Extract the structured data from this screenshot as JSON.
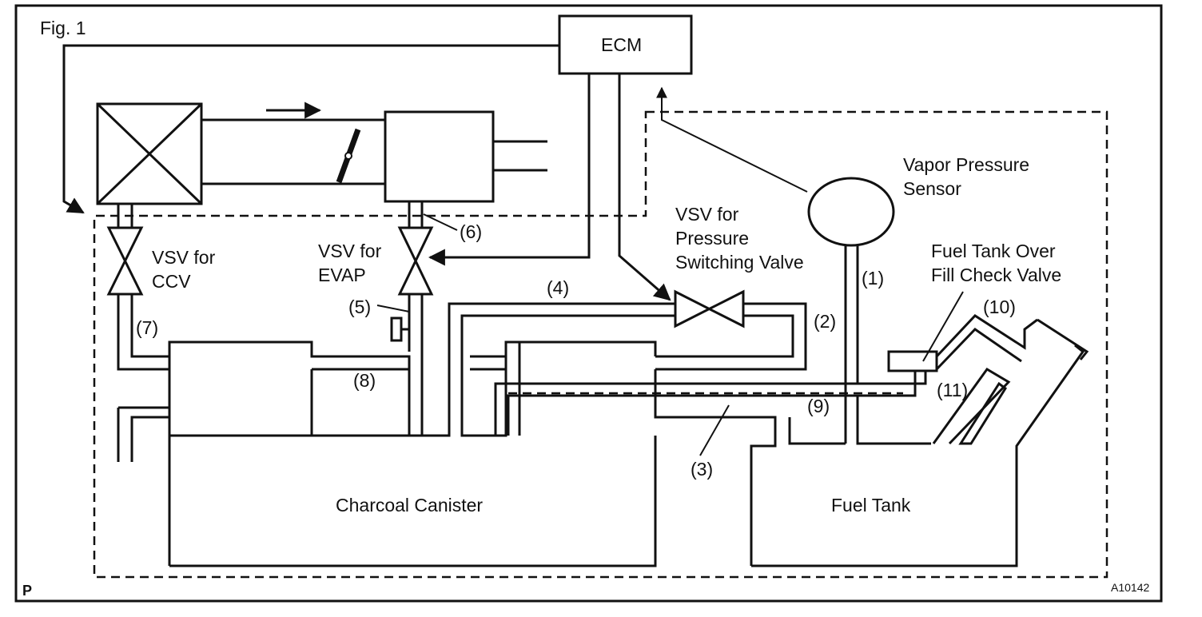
{
  "figure": {
    "label": "Fig. 1",
    "corner_mark": "P",
    "code": "A10142"
  },
  "components": {
    "ecm": "ECM",
    "vsv_ccv": [
      "VSV for",
      "CCV"
    ],
    "vsv_evap": [
      "VSV for",
      "EVAP"
    ],
    "vsv_pressure": [
      "VSV for",
      "Pressure",
      "Switching Valve"
    ],
    "vapor_sensor": [
      "Vapor Pressure",
      "Sensor"
    ],
    "overfill_valve": [
      "Fuel Tank Over",
      "Fill Check Valve"
    ],
    "canister": "Charcoal Canister",
    "fuel_tank": "Fuel Tank"
  },
  "callouts": {
    "c1": "(1)",
    "c2": "(2)",
    "c3": "(3)",
    "c4": "(4)",
    "c5": "(5)",
    "c6": "(6)",
    "c7": "(7)",
    "c8": "(8)",
    "c9": "(9)",
    "c10": "(10)",
    "c11": "(11)"
  }
}
